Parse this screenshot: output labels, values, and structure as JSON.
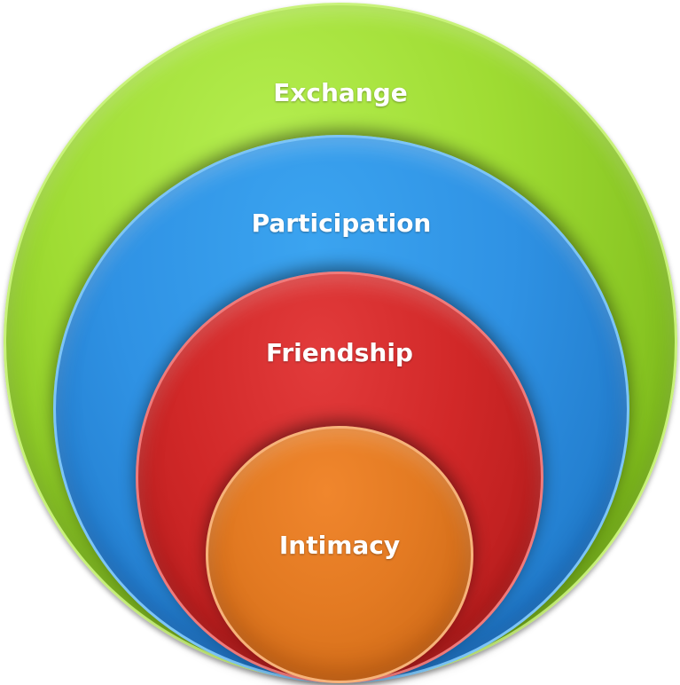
{
  "diagram": {
    "type": "nested-circles",
    "layers": [
      {
        "id": "exchange",
        "label": "Exchange",
        "color": "#9fdc33"
      },
      {
        "id": "participation",
        "label": "Participation",
        "color": "#2f92e4"
      },
      {
        "id": "friendship",
        "label": "Friendship",
        "color": "#d12828"
      },
      {
        "id": "intimacy",
        "label": "Intimacy",
        "color": "#e37a22"
      }
    ]
  }
}
